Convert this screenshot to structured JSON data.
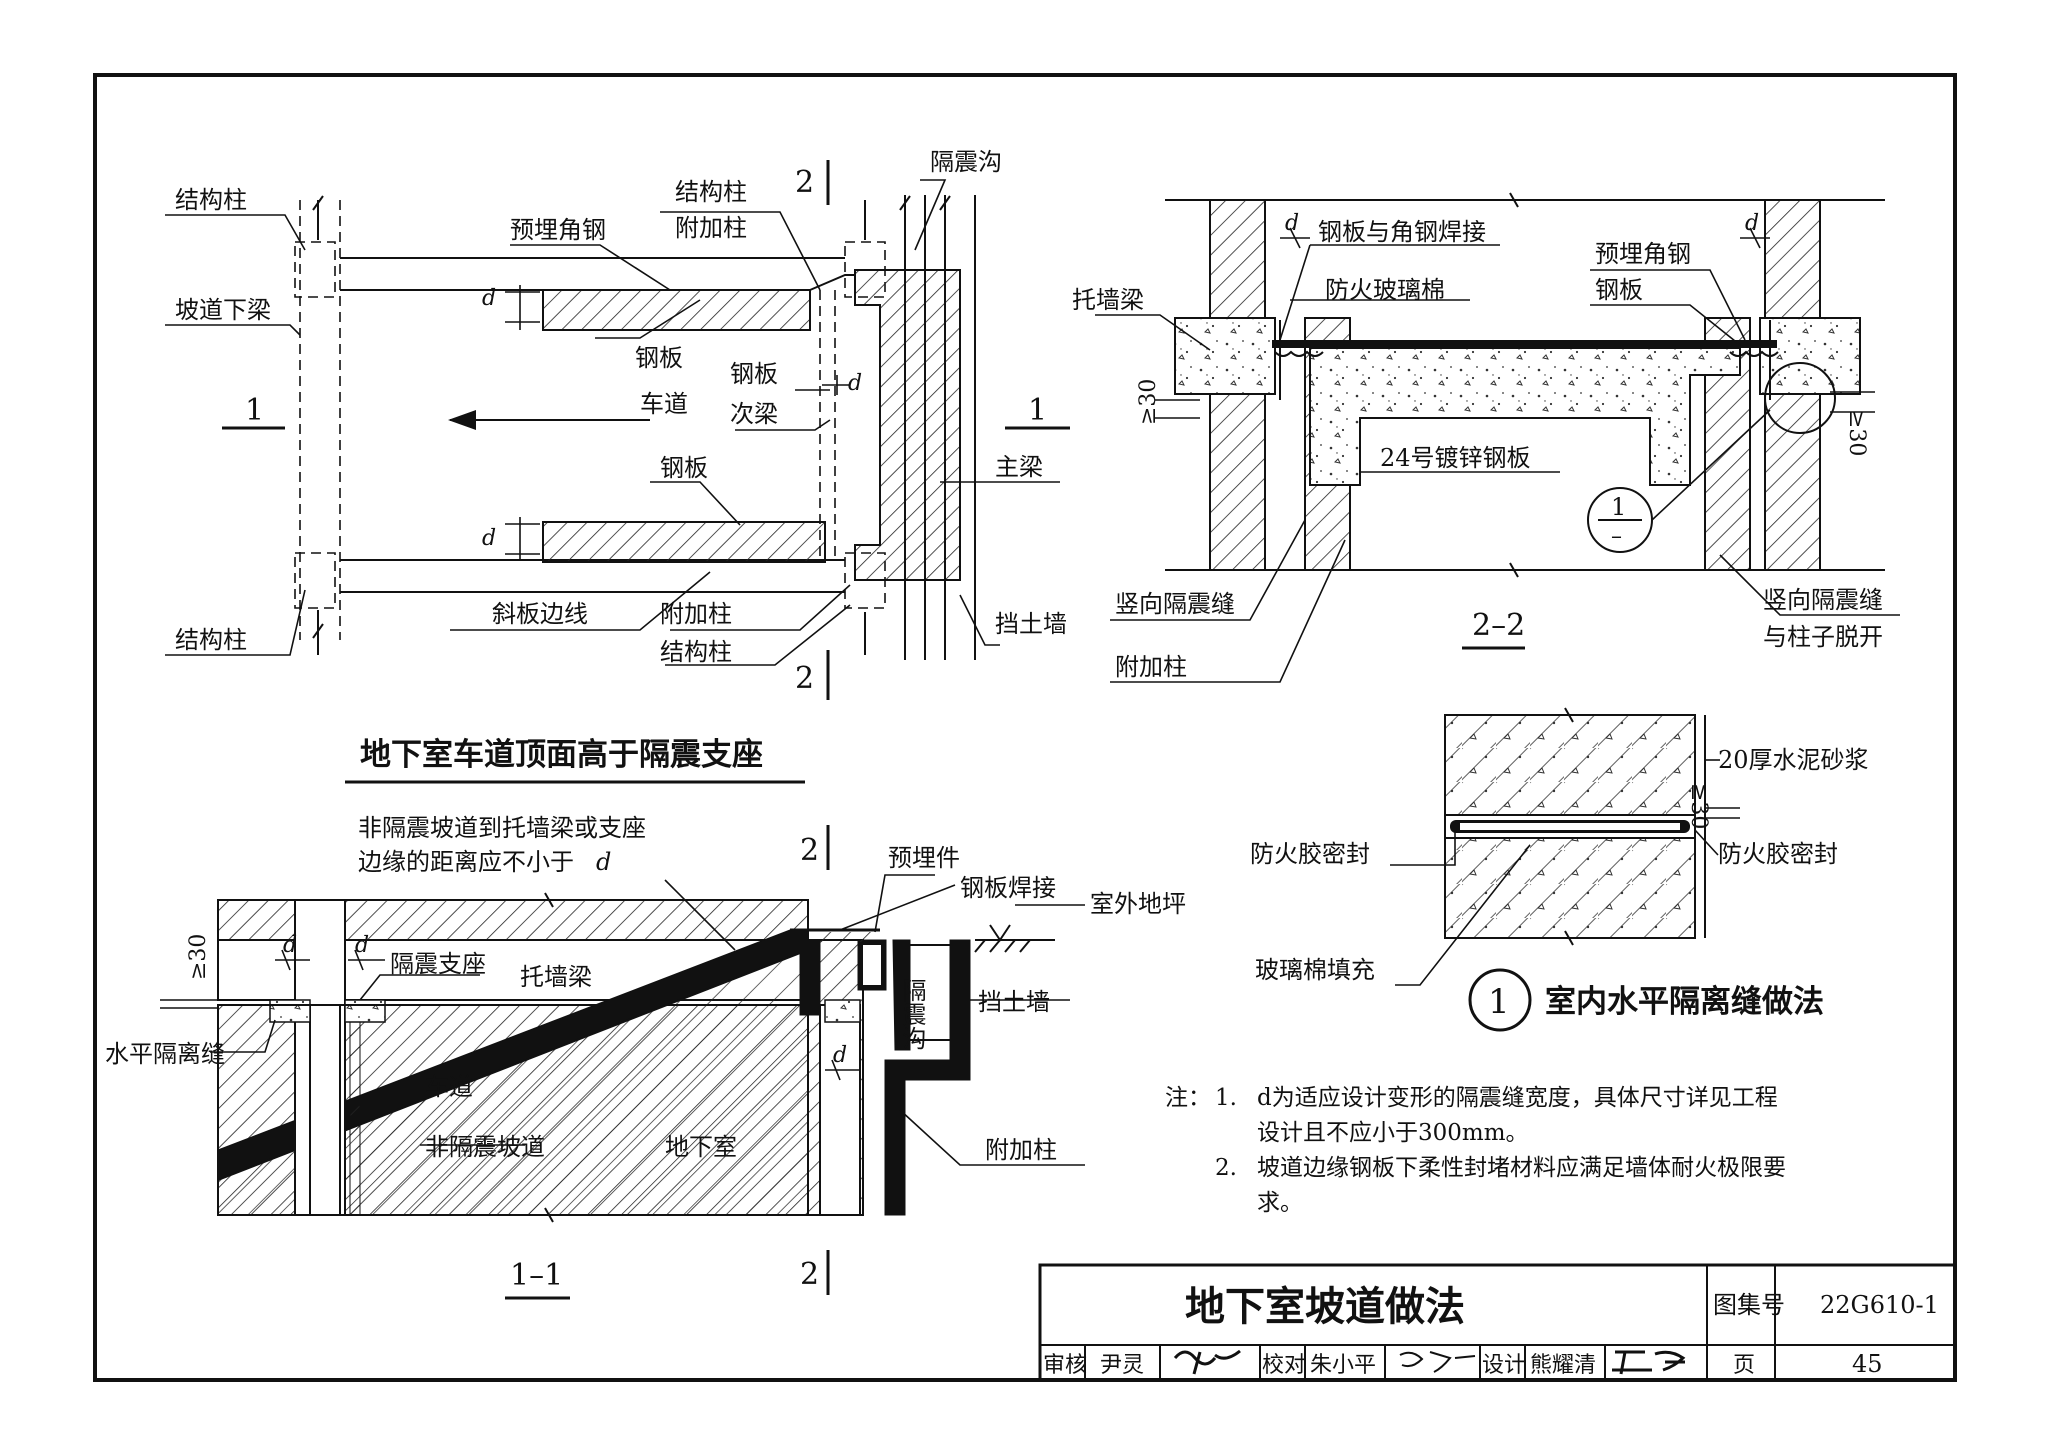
{
  "view_plan": {
    "labels": {
      "col_tl": "结构柱",
      "ramp_beam": "坡道下梁",
      "col_bl": "结构柱",
      "embed_angle": "预埋角钢",
      "col_top": "结构柱",
      "add_col_top": "附加柱",
      "trench": "隔震沟",
      "steel_top": "钢板",
      "steel_mid": "钢板",
      "lane": "车道",
      "secondary_beam": "次梁",
      "main_beam": "主梁",
      "steel_bottom": "钢板",
      "slope_edge": "斜板边线",
      "add_col_bottom": "附加柱",
      "retaining_wall": "挡土墙",
      "col_bottom": "结构柱",
      "d_top": "d",
      "d_mid": "d",
      "d_bottom": "d"
    },
    "section_marks": {
      "left": "1",
      "right": "1",
      "top": "2",
      "bottom": "2"
    },
    "caption": "地下室车道顶面高于隔震支座"
  },
  "view_22": {
    "labels": {
      "weld": "钢板与角钢焊接",
      "embed_angle": "预埋角钢",
      "wall_beam": "托墙梁",
      "fire_wool": "防火玻璃棉",
      "steel": "钢板",
      "galv": "24号镀锌钢板",
      "ge30_left": "≥30",
      "ge30_right": "≥30",
      "vert_joint": "竖向隔震缝",
      "add_col": "附加柱",
      "vert_joint_r1": "竖向隔震缝",
      "vert_joint_r2": "与柱子脱开",
      "d_left": "d",
      "d_right": "d",
      "detail_num": "1",
      "detail_sheet": "–"
    },
    "caption": "2–2"
  },
  "view_11": {
    "labels": {
      "note_l1": "非隔震坡道到托墙梁或支座",
      "note_l2": "边缘的距离应不小于",
      "note_d": "d",
      "embed": "预埋件",
      "weld": "钢板焊接",
      "outdoor": "室外地坪",
      "trench": "隔震沟",
      "retaining_wall": "挡土墙",
      "bearing": "隔震支座",
      "wall_beam": "托墙梁",
      "horiz_joint": "水平隔离缝",
      "ge30": "≥30",
      "lane": "车道",
      "non_iso_ramp": "非隔震坡道",
      "basement": "地下室",
      "add_col": "附加柱",
      "d1": "d",
      "d2": "d",
      "d3": "d"
    },
    "section_marks": {
      "top": "2",
      "bottom": "2"
    },
    "caption": "1–1"
  },
  "detail_1": {
    "labels": {
      "mortar": "20厚水泥砂浆",
      "ge30": "≥30",
      "seal_left": "防火胶密封",
      "seal_right": "防火胶密封",
      "glass_fill": "玻璃棉填充"
    },
    "number": "1",
    "title": "室内水平隔离缝做法"
  },
  "notes": {
    "head": "注：",
    "items": [
      {
        "num": "1.",
        "lines": [
          "d为适应设计变形的隔震缝宽度，具体尺寸详见工程",
          "设计且不应小于300mm。"
        ]
      },
      {
        "num": "2.",
        "lines": [
          "坡道边缘钢板下柔性封堵材料应满足墙体耐火极限要",
          "求。"
        ]
      }
    ]
  },
  "title_block": {
    "title": "地下室坡道做法",
    "atlas_label": "图集号",
    "atlas_no": "22G610-1",
    "review_label": "审核",
    "reviewer": "尹灵",
    "check_label": "校对",
    "checker": "朱小平",
    "design_label": "设计",
    "designer": "熊耀清",
    "page_label": "页",
    "page_no": "45"
  }
}
